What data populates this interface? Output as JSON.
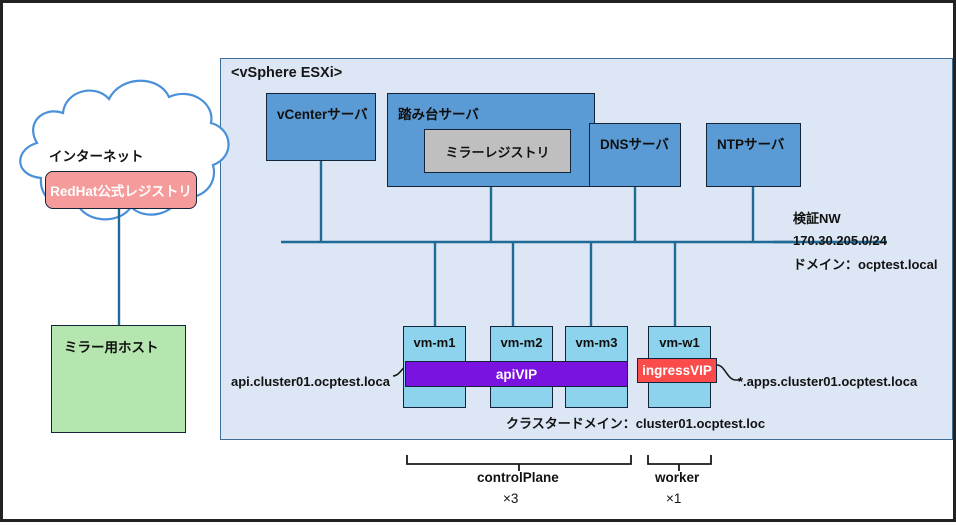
{
  "diagram": {
    "title": "",
    "colors": {
      "frame_border": "#222222",
      "esxi_background": "#dce6f4",
      "esxi_border": "#3f6f96",
      "server_blue": "#5b9bd5",
      "vm_sky_blue": "#8ed3ee",
      "registry_gray": "#bfbfbf",
      "apivip_purple": "#7a13e0",
      "ingressvip_red": "#fb4b4b",
      "mirror_host_green": "#b5e6af",
      "redhat_registry_pink": "#f69b9b",
      "cloud_outline_blue": "#4a90d9",
      "line_blue": "#1f6a96",
      "text_black": "#121212"
    },
    "esxi": {
      "label": "<vSphere ESXi>"
    },
    "internet": {
      "cloud_label": "インターネット",
      "registry_label": "RedHat公式レジストリ"
    },
    "mirror_host": {
      "label": "ミラー用ホスト"
    },
    "servers": [
      {
        "name": "vcenter-server",
        "label": "vCenterサーバ"
      },
      {
        "name": "bastion-server",
        "label": "踏み台サーバ"
      },
      {
        "name": "dns-server",
        "label": "DNSサーバ"
      },
      {
        "name": "ntp-server",
        "label": "NTPサーバ"
      }
    ],
    "mirror_registry": {
      "label": "ミラーレジストリ"
    },
    "network": {
      "name_label": "検証NW",
      "cidr_label": "170.30.205.0/24",
      "domain_label": "ドメイン：ocptest.local"
    },
    "vms": [
      {
        "name": "vm-m1",
        "label": "vm-m1"
      },
      {
        "name": "vm-m2",
        "label": "vm-m2"
      },
      {
        "name": "vm-m3",
        "label": "vm-m3"
      },
      {
        "name": "vm-w1",
        "label": "vm-w1"
      }
    ],
    "vips": {
      "api_label": "apiVIP",
      "ingress_label": "ingressVIP",
      "api_fqdn": "api.cluster01.ocptest.loca",
      "ingress_fqdn": "*.apps.cluster01.ocptest.loca"
    },
    "cluster_domain": {
      "label": "クラスタードメイン：cluster01.ocptest.loc"
    },
    "brackets": [
      {
        "name": "controlplane",
        "label": "controlPlane",
        "count": "×3"
      },
      {
        "name": "worker",
        "label": "worker",
        "count": "×1"
      }
    ]
  }
}
